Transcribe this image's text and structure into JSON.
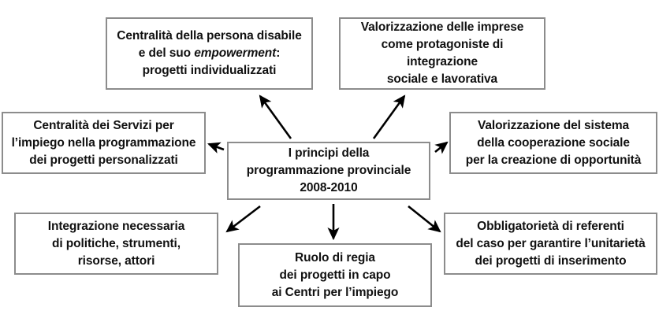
{
  "diagram": {
    "type": "radial-hub-and-spoke",
    "title_node": "center",
    "style": {
      "box_border_color": "#8c8c8c",
      "box_fill_color": "#ffffff",
      "text_color": "#111111",
      "arrow_color": "#000000",
      "background": "#ffffff"
    },
    "nodes": [
      {
        "id": "center",
        "name": "center-node",
        "text": "I principi della\nprogrammazione provinciale\n2008-2010",
        "lines": [
          "I principi della",
          "programmazione provinciale",
          "2008-2010"
        ]
      },
      {
        "id": "top-left",
        "name": "top-left-node",
        "text_before_em": "Centralità della persona disabile\ne del suo ",
        "em": "empowerment",
        "text_after_em": ":\nprogetti individualizzati",
        "lines": [
          "Centralità della persona disabile",
          "e del suo empowerment:",
          "progetti individualizzati"
        ]
      },
      {
        "id": "top-right",
        "name": "top-right-node",
        "text": "Valorizzazione delle imprese\ncome protagoniste di integrazione\nsociale e lavorativa",
        "lines": [
          "Valorizzazione delle imprese",
          "come protagoniste di integrazione",
          "sociale e lavorativa"
        ]
      },
      {
        "id": "left",
        "name": "left-node",
        "text": "Centralità dei Servizi per\nl’impiego nella programmazione\ndei progetti personalizzati",
        "lines": [
          "Centralità dei Servizi per",
          "l’impiego nella programmazione",
          "dei progetti personalizzati"
        ]
      },
      {
        "id": "right",
        "name": "right-node",
        "text": "Valorizzazione del sistema\ndella cooperazione sociale\nper la creazione di opportunità",
        "lines": [
          "Valorizzazione del sistema",
          "della cooperazione sociale",
          "per la creazione di opportunità"
        ]
      },
      {
        "id": "bottom-left",
        "name": "bottom-left-node",
        "text": "Integrazione necessaria\ndi politiche, strumenti,\nrisorse, attori",
        "lines": [
          "Integrazione necessaria",
          "di politiche, strumenti,",
          "risorse, attori"
        ]
      },
      {
        "id": "bottom-center",
        "name": "bottom-center-node",
        "text": "Ruolo di regia\ndei progetti in capo\nai Centri per l’impiego",
        "lines": [
          "Ruolo di regia",
          "dei progetti in capo",
          "ai Centri per l’impiego"
        ]
      },
      {
        "id": "bottom-right",
        "name": "bottom-right-node",
        "text": "Obbligatorietà di referenti\ndel caso per garantire l’unitarietà\ndei progetti di inserimento",
        "lines": [
          "Obbligatorietà di referenti",
          "del caso per garantire l’unitarietà",
          "dei progetti di inserimento"
        ]
      }
    ],
    "edges": [
      {
        "from": "center",
        "to": "top-left",
        "name": "arrow-center-to-top-left",
        "direction": "up-left"
      },
      {
        "from": "center",
        "to": "top-right",
        "name": "arrow-center-to-top-right",
        "direction": "up-right"
      },
      {
        "from": "center",
        "to": "left",
        "name": "arrow-center-to-left",
        "direction": "left"
      },
      {
        "from": "center",
        "to": "right",
        "name": "arrow-center-to-right",
        "direction": "right"
      },
      {
        "from": "center",
        "to": "bottom-left",
        "name": "arrow-center-to-bottom-left",
        "direction": "down-left"
      },
      {
        "from": "center",
        "to": "bottom-center",
        "name": "arrow-center-to-bottom-center",
        "direction": "down"
      },
      {
        "from": "center",
        "to": "bottom-right",
        "name": "arrow-center-to-bottom-right",
        "direction": "down-right"
      }
    ]
  }
}
